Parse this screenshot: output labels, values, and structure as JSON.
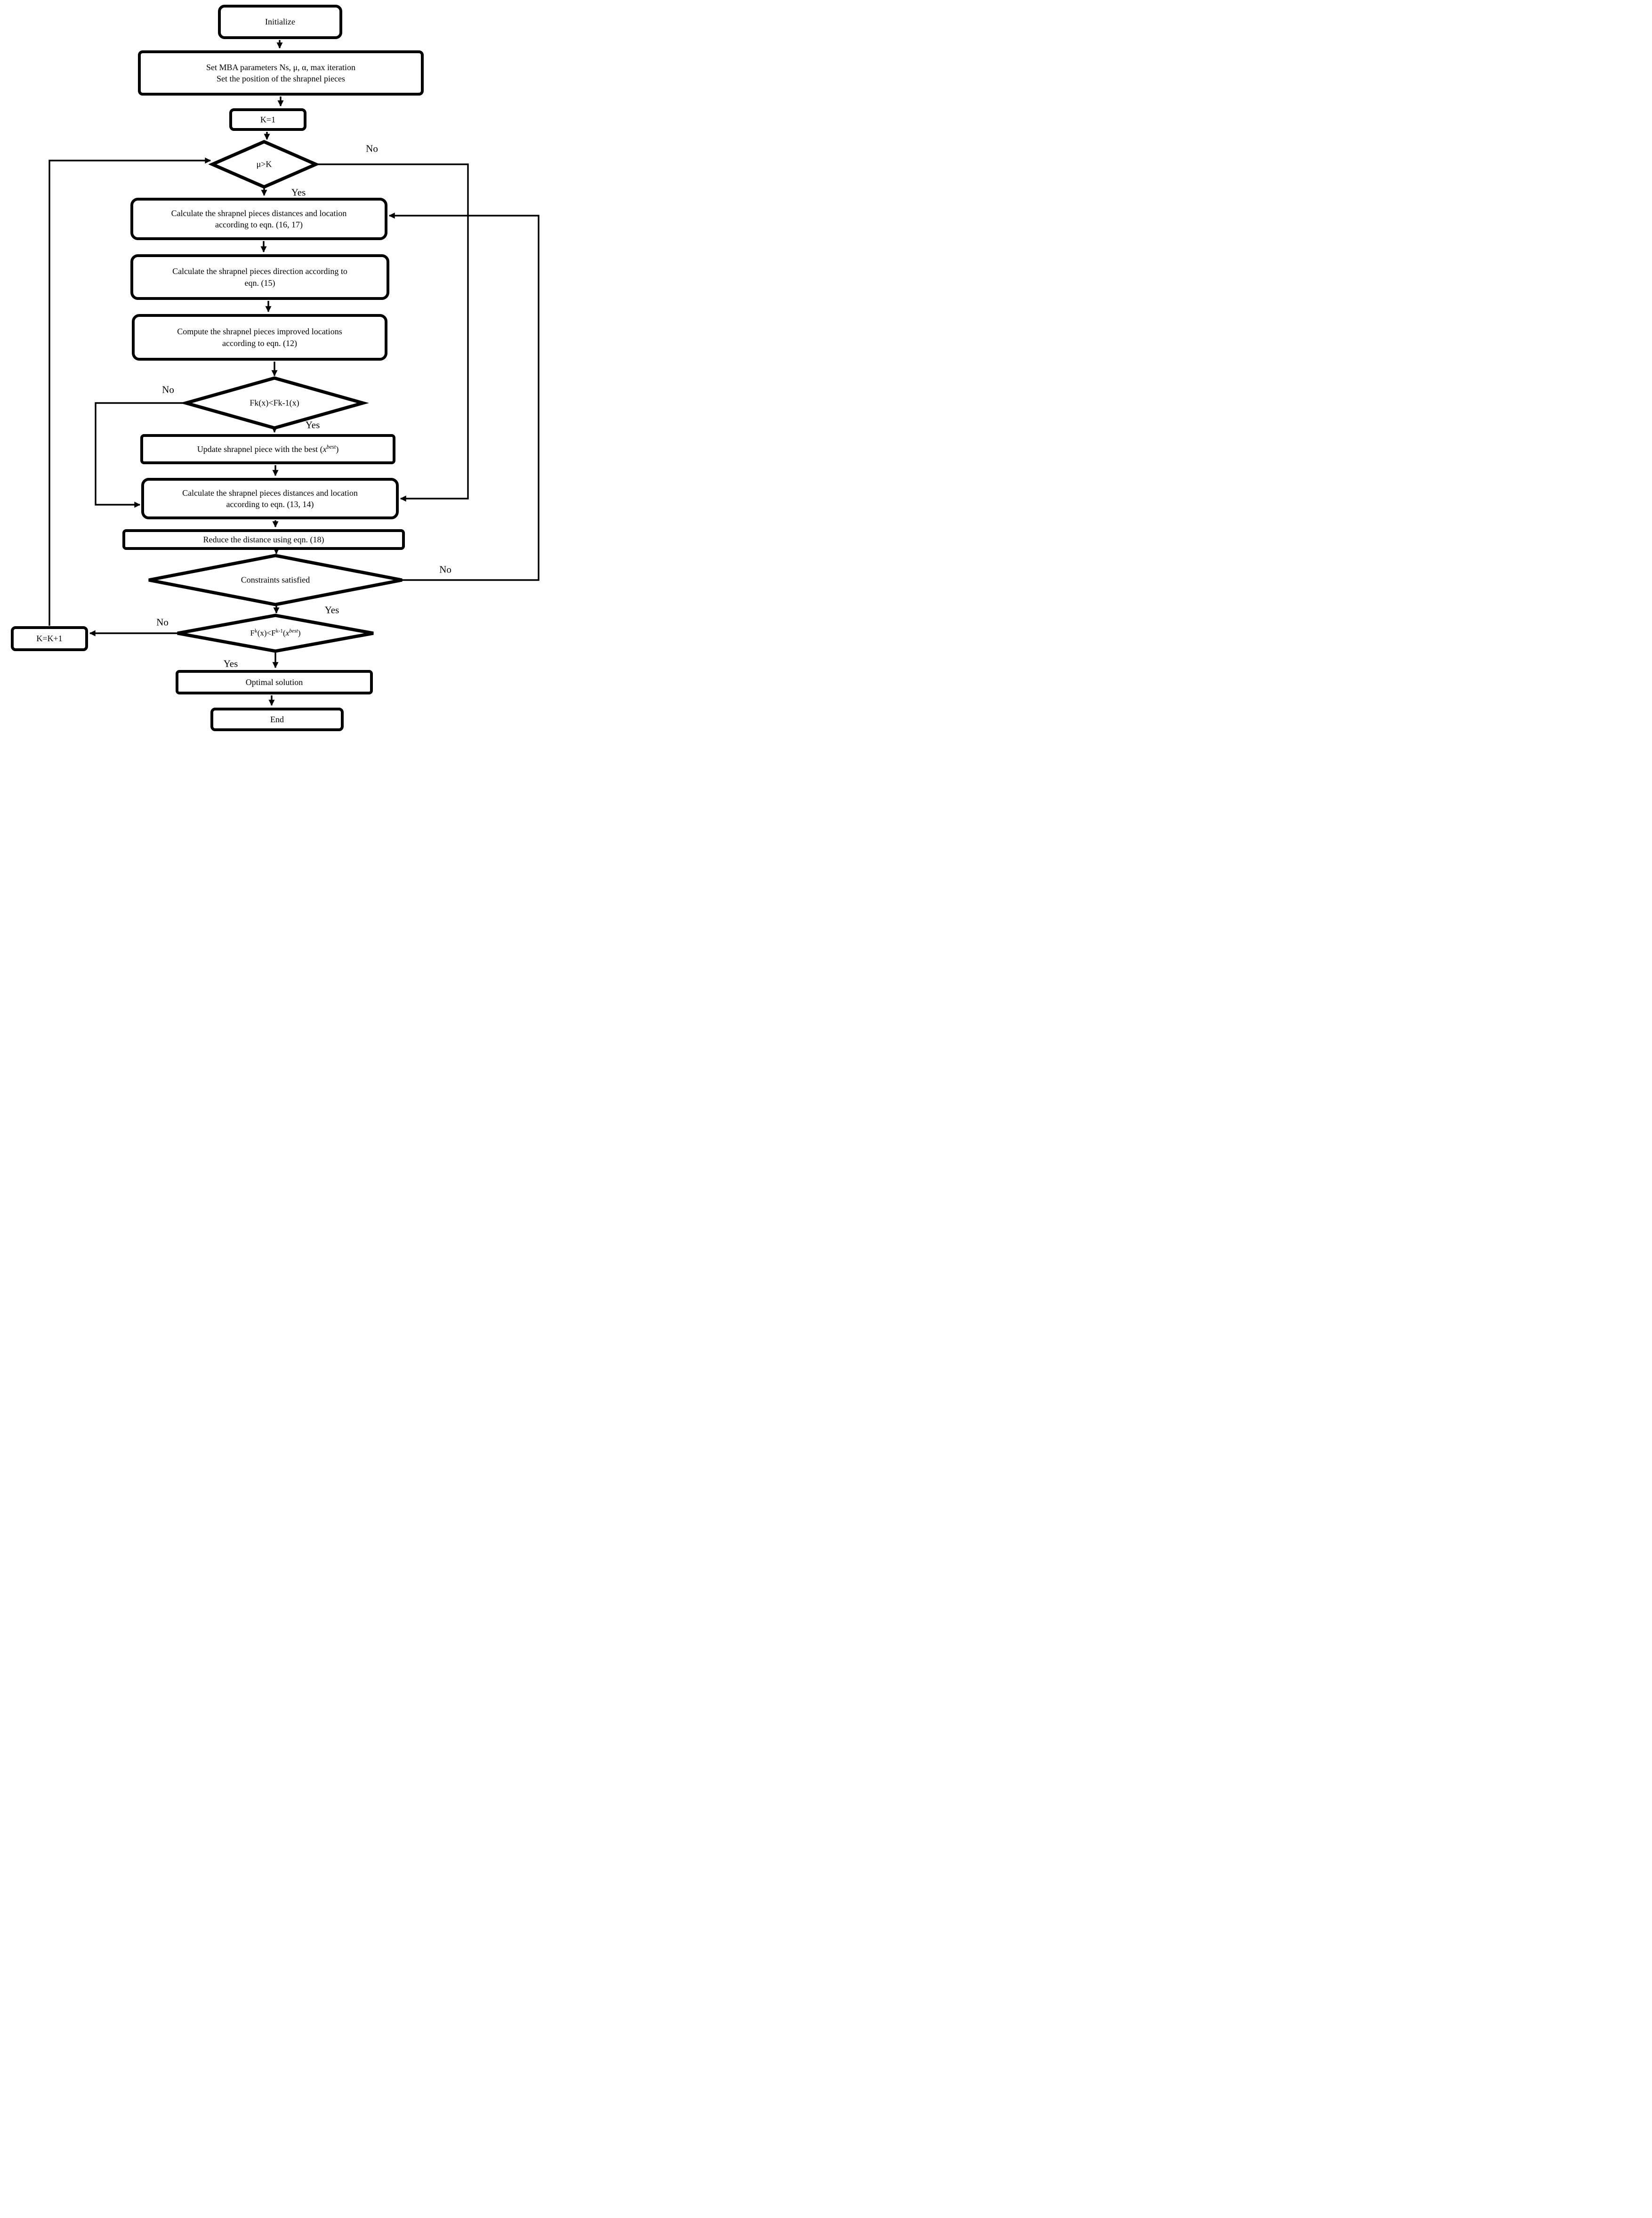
{
  "edge_labels": {
    "yes": "Yes",
    "no": "No"
  },
  "colors": {
    "ink": "#000000",
    "paper": "#ffffff"
  },
  "nodes": {
    "initialize": {
      "label": "Initialize"
    },
    "set_params": {
      "line1": "Set MBA parameters Ns, μ, α, max iteration",
      "line2": "Set the position of the shrapnel pieces"
    },
    "k_init": {
      "label": "K=1"
    },
    "mu_check": {
      "label": "μ>K"
    },
    "calc_16_17": {
      "line1": "Calculate the shrapnel pieces distances and location",
      "line2": "according to eqn. (16, 17)"
    },
    "calc_15": {
      "line1": "Calculate the shrapnel pieces direction according to",
      "line2": "eqn. (15)"
    },
    "compute_12": {
      "line1": "Compute the shrapnel pieces improved locations",
      "line2": "according to eqn. (12)"
    },
    "fk_check": {
      "label": "Fk(x)<Fk-1(x)"
    },
    "update_best": {
      "pre": "Update shrapnel piece with the best (",
      "base": "x",
      "sup": "best",
      "post": ")"
    },
    "calc_13_14": {
      "line1": "Calculate the shrapnel pieces distances and location",
      "line2": "according to eqn. (13, 14)"
    },
    "reduce_18": {
      "label": "Reduce the distance using eqn. (18)"
    },
    "constraints": {
      "label": "Constraints satisfied"
    },
    "final_check": {
      "p1": "F",
      "s1": "k",
      "p2": "(x)<F",
      "s2": "k-1",
      "p3": "(",
      "base": "x",
      "s3": "best",
      "p4": ")"
    },
    "k_increment": {
      "label": "K=K+1"
    },
    "optimal": {
      "label": "Optimal solution"
    },
    "end": {
      "label": "End"
    }
  }
}
